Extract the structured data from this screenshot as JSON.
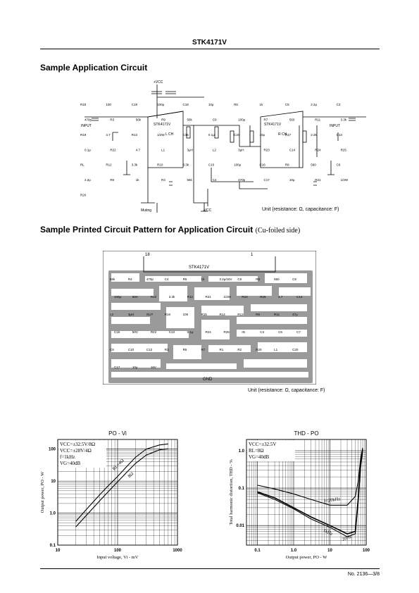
{
  "header": {
    "title": "STK4171V"
  },
  "sections": {
    "app_title": "Sample Application Circuit",
    "pcb_title": "Sample Printed Circuit Pattern for Application Circuit",
    "pcb_subtitle": "(Cu-foiled side)"
  },
  "schematic": {
    "unit_note": "Unit (resistance: Ω, capacitance: F)",
    "vcc_top": "+VCC",
    "vcc_bottom": "-VCC",
    "muting": "Muting",
    "input_left": "INPUT",
    "input_right": "INPUT",
    "ic_left": "STK4171V",
    "ic_right": "STK4171V",
    "lch": "L CH",
    "rch": "R CH",
    "labels": [
      "R15",
      "100",
      "C19",
      "100μ",
      "C18",
      "10μ",
      "R5",
      "1k",
      "C5",
      "2.2μ",
      "C3",
      "470p",
      "R3",
      "56k",
      "R9",
      "56k",
      "C9",
      "100μ",
      "R7",
      "560",
      "R11",
      "3.3k",
      "R19",
      "4.7",
      "R13",
      "1/2W",
      "C15",
      "0.1μ",
      "C20",
      "10μ",
      "R17",
      "2.2k",
      "C13",
      "0.1μ",
      "R22",
      "4.7",
      "L1",
      "3μH",
      "L2",
      "3μH",
      "R23",
      "C14",
      "R24",
      "R25",
      "RL",
      "R12",
      "3.3k",
      "R10",
      "3.3k",
      "C10",
      "100μ",
      "C16",
      "R8",
      "560",
      "C6",
      "2.2μ",
      "R6",
      "1k",
      "R4",
      "56k",
      "C4",
      "470p",
      "C17",
      "10μ",
      "R21",
      "1/2W",
      "R20"
    ]
  },
  "pcb": {
    "unit_note": "Unit (resistance: Ω, capacitance: F)",
    "ic_label": "STK4171V",
    "gnd": "GND",
    "pin_left": "18",
    "pin_right": "1",
    "labels": [
      "56k",
      "R4",
      "470p",
      "C4",
      "R6",
      "1k",
      "2.2μ/16V",
      "C6",
      "R8",
      "560",
      "C8",
      "100μ",
      "50V",
      "R10",
      "3.3k",
      "R12",
      "R21",
      "1/2W",
      "R23",
      "R25",
      "4.7",
      "C14",
      "L2",
      "3μH",
      "OUT",
      "R16",
      "100",
      "R15",
      "R14",
      "R13",
      "R9",
      "R11",
      "47μ",
      "C15",
      "50V",
      "R22",
      "C13",
      "0.1μ",
      "R24",
      "R26",
      "IN",
      "C3",
      "C5",
      "C7",
      "C9",
      "C10",
      "C12",
      "R3",
      "R5",
      "R7",
      "R1",
      "R2",
      "R20",
      "L1",
      "C20",
      "C17",
      "10μ",
      "16V"
    ]
  },
  "charts": {
    "footer": "No. 2136—3/8"
  },
  "chart_data": [
    {
      "type": "line",
      "title": "PO - Vi",
      "xlabel": "Input voltage, Vi - mV",
      "ylabel": "Output power, PO - W",
      "xscale": "log",
      "yscale": "log",
      "xlim": [
        10,
        1000
      ],
      "ylim": [
        0.1,
        200
      ],
      "xticks": [
        "10",
        "100",
        "1000"
      ],
      "yticks": [
        "0.1",
        "1.0",
        "10",
        "100"
      ],
      "conditions": [
        "VCC=±32.5V/8Ω",
        "VCC=±28V/4Ω",
        "f=1kHz",
        "VG=40dB"
      ],
      "grid": true,
      "series": [
        {
          "name": "RL=4Ω",
          "x": [
            20,
            30,
            50,
            70,
            100,
            150,
            200,
            300,
            500,
            700
          ],
          "y": [
            0.55,
            1.3,
            3.7,
            7.2,
            14,
            32,
            56,
            100,
            135,
            145
          ]
        },
        {
          "name": "8Ω",
          "x": [
            20,
            30,
            50,
            70,
            100,
            150,
            200,
            300,
            500,
            700
          ],
          "y": [
            0.37,
            0.85,
            2.4,
            4.7,
            9.5,
            21,
            36,
            65,
            95,
            102
          ]
        }
      ]
    },
    {
      "type": "line",
      "title": "THD - PO",
      "xlabel": "Output power, PO - W",
      "ylabel": "Total harmonic distortion, THD - %",
      "xscale": "log",
      "yscale": "log",
      "xlim": [
        0.05,
        100
      ],
      "ylim": [
        0.003,
        2
      ],
      "xticks": [
        "0.1",
        "1.0",
        "10",
        "100"
      ],
      "yticks": [
        "0.01",
        "0.1",
        "1.0"
      ],
      "conditions": [
        "VCC=±32.5V",
        "RL=8Ω",
        "VG=40dB"
      ],
      "grid": true,
      "series": [
        {
          "name": "f=20kHz",
          "x": [
            0.1,
            0.3,
            1,
            3,
            10,
            30,
            50,
            60,
            70,
            80
          ],
          "y": [
            0.12,
            0.095,
            0.07,
            0.05,
            0.035,
            0.035,
            0.06,
            0.15,
            0.6,
            1.2
          ]
        },
        {
          "name": "1kHz",
          "x": [
            0.1,
            0.3,
            1,
            3,
            10,
            30,
            50,
            60,
            70,
            80
          ],
          "y": [
            0.08,
            0.055,
            0.03,
            0.017,
            0.01,
            0.006,
            0.007,
            0.05,
            0.4,
            1.1
          ]
        },
        {
          "name": "20Hz",
          "x": [
            0.1,
            0.3,
            1,
            3,
            10,
            30,
            50,
            60,
            70,
            80
          ],
          "y": [
            0.075,
            0.05,
            0.028,
            0.015,
            0.009,
            0.005,
            0.006,
            0.04,
            0.35,
            1.0
          ]
        }
      ]
    }
  ]
}
